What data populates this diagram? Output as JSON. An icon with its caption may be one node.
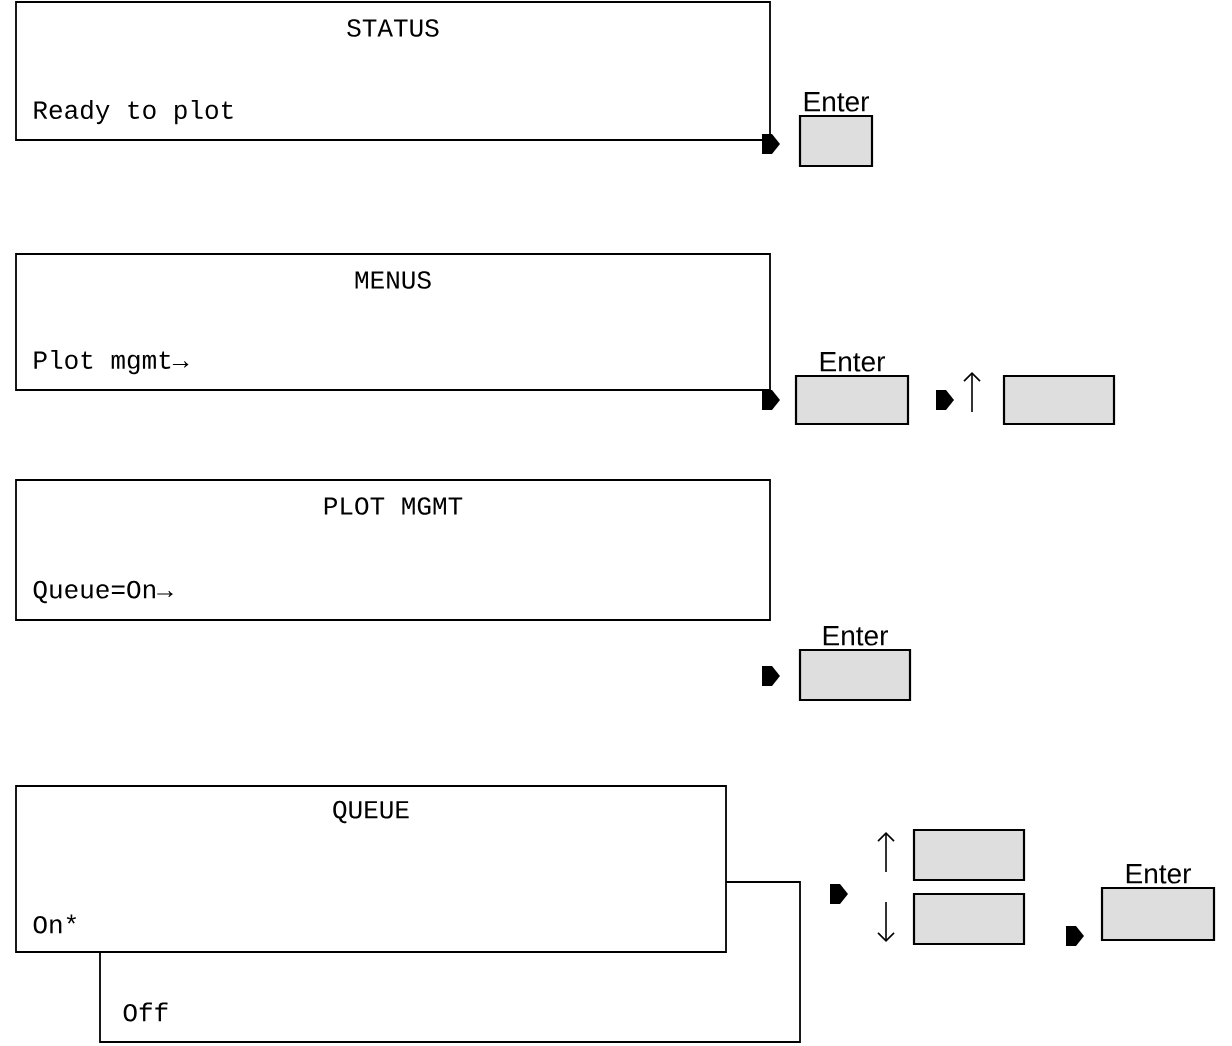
{
  "diagram": {
    "nodes": [
      {
        "text": [
          "STATUS",
          "Ready to plot"
        ]
      },
      {
        "text": [],
        "shape": "box",
        "beside": [
          "Enter"
        ]
      },
      {
        "text": [
          "MENUS",
          "Plot mgmt→"
        ]
      },
      {
        "text": [],
        "shape": "box",
        "beside": [
          "Enter"
        ]
      },
      {
        "text": [],
        "shape": "box"
      },
      {
        "text": [
          "PLOT MGMT",
          "Queue=On→"
        ]
      },
      {
        "text": [],
        "shape": "box",
        "beside": [
          "Enter"
        ]
      },
      {
        "text": [
          "QUEUE",
          "On*"
        ]
      },
      {
        "text": [
          "Off"
        ]
      },
      {
        "text": [],
        "shape": "box"
      },
      {
        "text": [],
        "shape": "box"
      },
      {
        "text": [],
        "shape": "box",
        "beside": [
          "Enter"
        ]
      }
    ]
  }
}
